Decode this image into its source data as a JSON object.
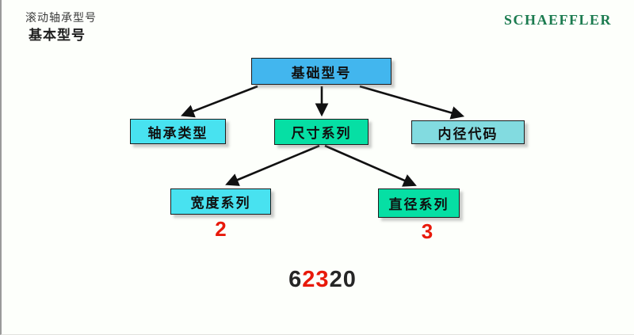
{
  "header": {
    "subtitle": "滚动轴承型号",
    "title": "基本型号",
    "logo_text": "SCHAEFFLER",
    "logo_color": "#1b7b4f"
  },
  "diagram": {
    "root": {
      "label": "基础型号",
      "fill": "#42b6ee"
    },
    "level2": [
      {
        "id": "bearing-type",
        "label": "轴承类型",
        "fill": "#48e2f0"
      },
      {
        "id": "dimension-series",
        "label": "尺寸系列",
        "fill": "#06dfa4"
      },
      {
        "id": "bore-code",
        "label": "内径代码",
        "fill": "#82dbe0"
      }
    ],
    "level3": [
      {
        "id": "width-series",
        "label": "宽度系列",
        "fill": "#48e2f0",
        "value": "2"
      },
      {
        "id": "diameter-series",
        "label": "直径系列",
        "fill": "#06dfa4",
        "value": "3"
      }
    ],
    "edges": [
      {
        "from": "基础型号",
        "to": "轴承类型"
      },
      {
        "from": "基础型号",
        "to": "尺寸系列"
      },
      {
        "from": "基础型号",
        "to": "内径代码"
      },
      {
        "from": "尺寸系列",
        "to": "宽度系列"
      },
      {
        "from": "尺寸系列",
        "to": "直径系列"
      }
    ],
    "value_color": "#e8190a"
  },
  "code_example": {
    "digits": [
      {
        "t": "6",
        "red": false
      },
      {
        "t": "2",
        "red": true
      },
      {
        "t": "3",
        "red": true
      },
      {
        "t": "2",
        "red": false
      },
      {
        "t": "0",
        "red": false
      }
    ]
  }
}
